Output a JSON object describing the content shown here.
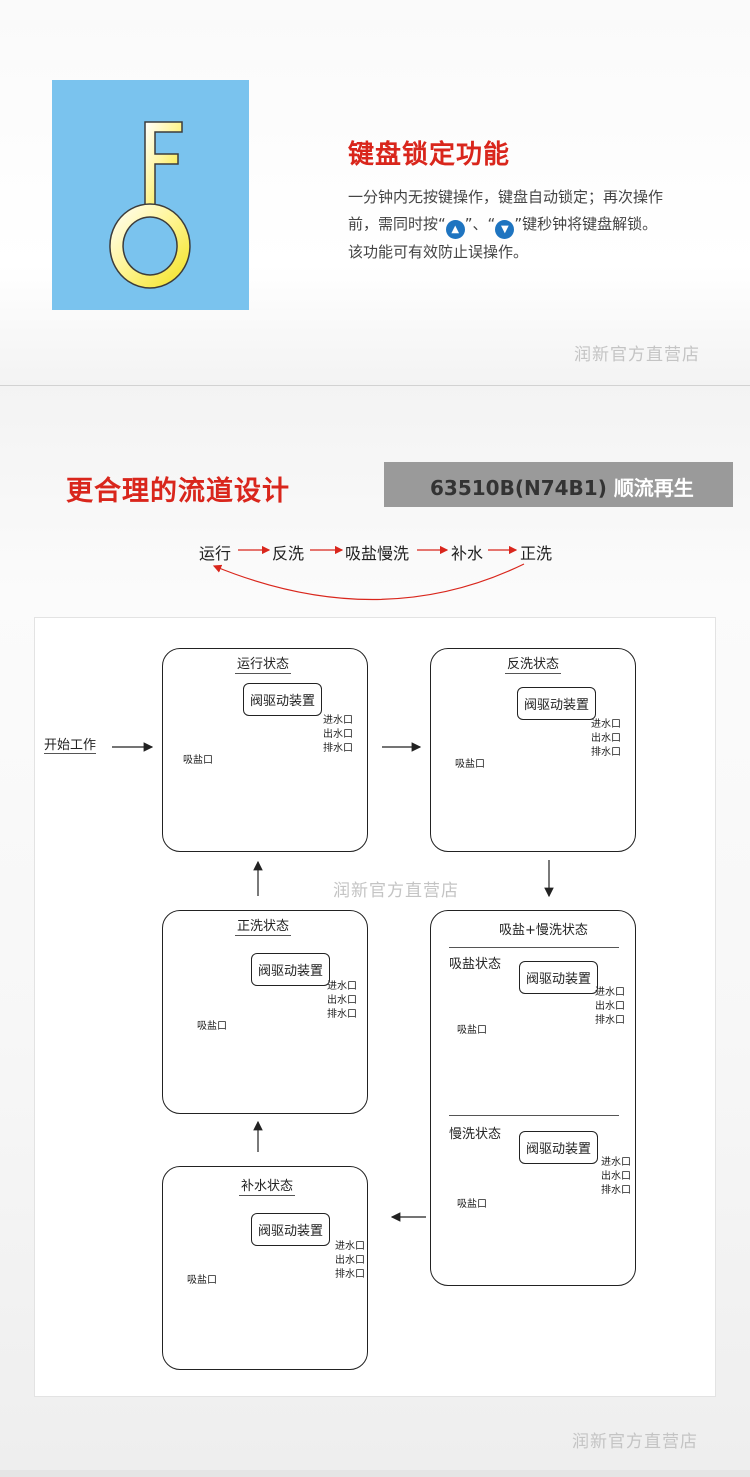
{
  "feature": {
    "title": "键盘锁定功能",
    "desc_line1": "一分钟内无按键操作，键盘自动锁定；再次操作",
    "desc_line2_a": "前，需同时按“",
    "desc_line2_b": "”、“",
    "desc_line2_c": "”键秒钟将键盘解锁。",
    "desc_line3": "该功能可有效防止误操作。"
  },
  "watermark": "润新官方直营店",
  "section": {
    "title": "更合理的流道设计",
    "model_code": "63510B(N74B1)",
    "model_suffix": "顺流再生"
  },
  "flow": [
    "运行",
    "反洗",
    "吸盐慢洗",
    "补水",
    "正洗"
  ],
  "diagram": {
    "start_label": "开始工作",
    "valve_label": "阀驱动装置",
    "salt_label": "吸盐口",
    "ports": [
      "进水口",
      "出水口",
      "排水口"
    ],
    "states": {
      "run": "运行状态",
      "backwash": "反洗状态",
      "brine_combo": "吸盐+慢洗状态",
      "brine": "吸盐状态",
      "slow_rinse": "慢洗状态",
      "rinse": "正洗状态",
      "refill": "补水状态"
    }
  }
}
